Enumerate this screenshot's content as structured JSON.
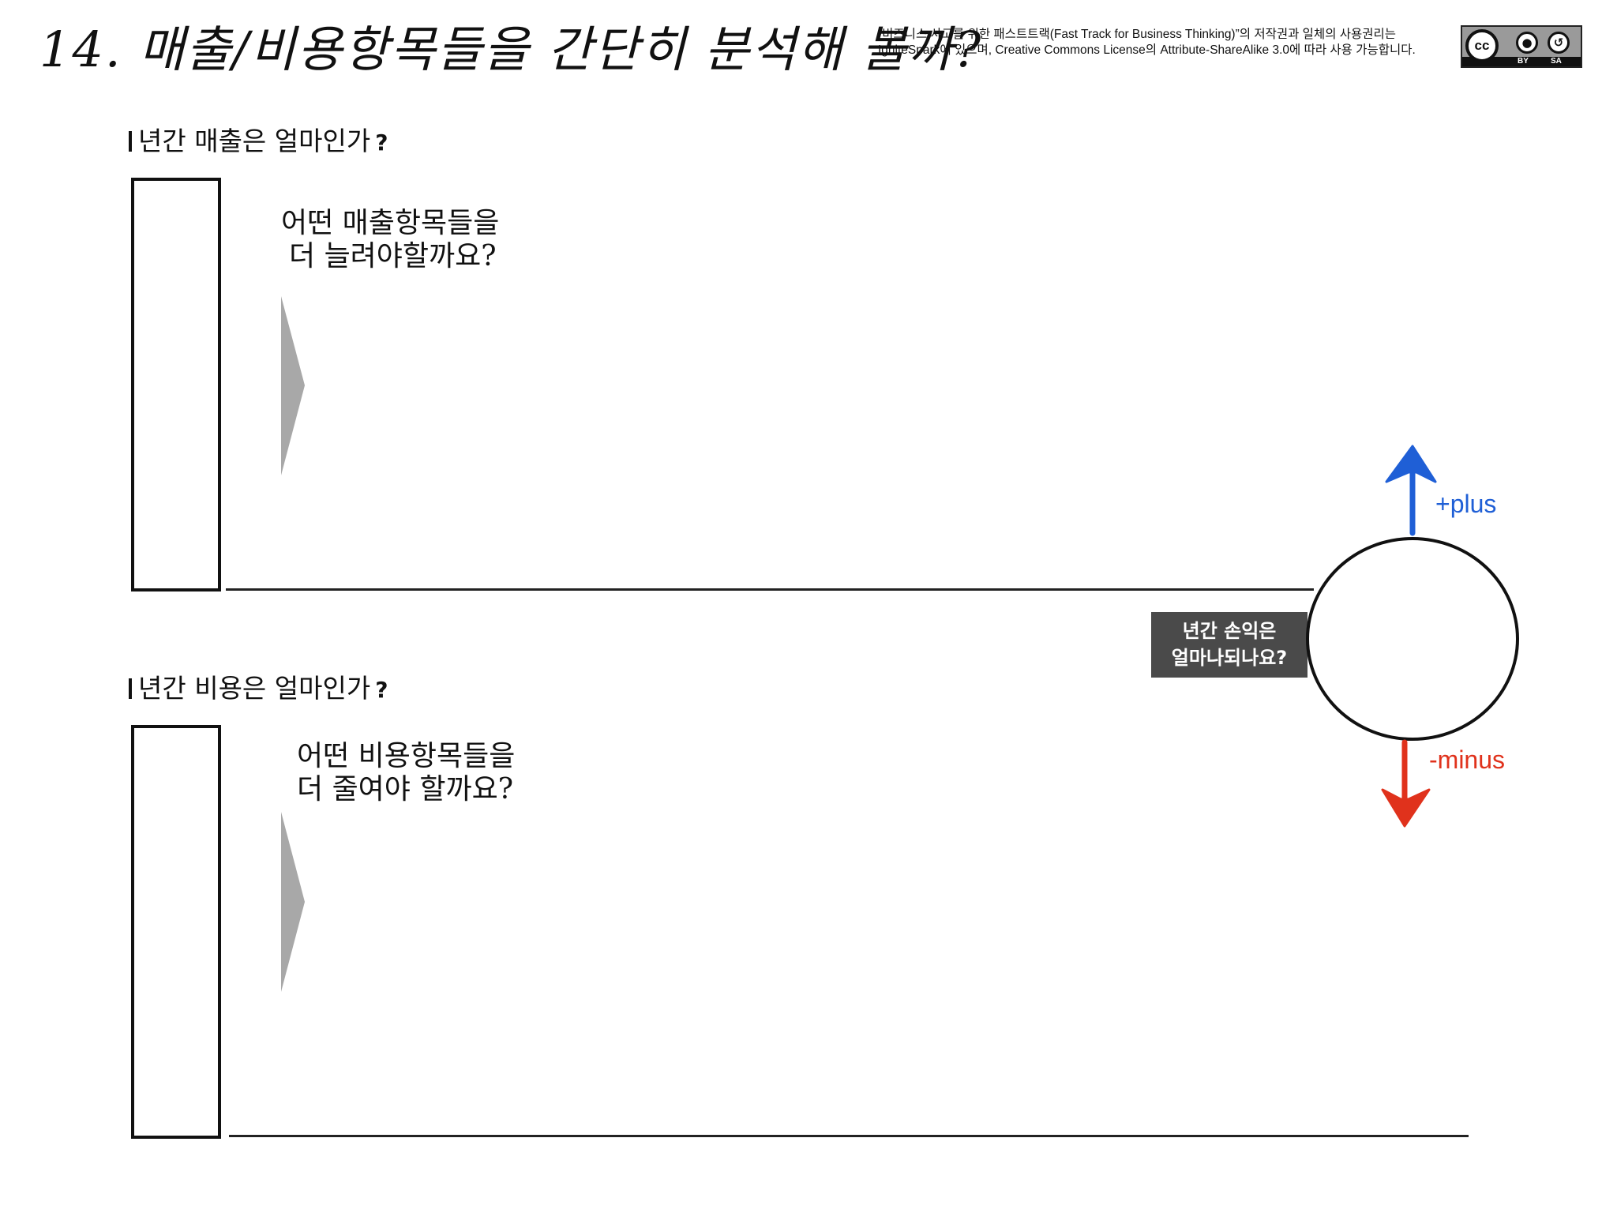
{
  "title": "14. 매출/비용항목들을 간단히 분석해 볼까?",
  "license": {
    "line1": "“비즈니스 사고를 위한 패스트트랙(Fast Track for Business Thinking)”의 저작권과 일체의 사용권리는",
    "line2": "IgniteSpark에 있으며, Creative Commons License의 Attribute-ShareAlike 3.0에 따라 사용 가능합니다.",
    "badge": {
      "cc": "cc",
      "by": "BY",
      "sa": "SA"
    }
  },
  "revenue": {
    "heading": "년간 매출은 얼마인가",
    "qmark": "?",
    "prompt_line1": "어떤 매출항목들을",
    "prompt_line2": "더 늘려야할까요?"
  },
  "cost": {
    "heading": "년간 비용은 얼마인가",
    "qmark": "?",
    "prompt_line1": "어떤 비용항목들을",
    "prompt_line2": "더 줄여야 할까요?"
  },
  "result": {
    "label_line1": "년간 손익은",
    "label_line2": "얼마나되나요?",
    "plus": "+plus",
    "minus": "-minus"
  },
  "colors": {
    "plus": "#1f5fd6",
    "minus": "#e0321c",
    "chevron": "#a8a8a8",
    "label_bg": "#4a4a4a"
  },
  "icons": [
    "chevron-right-icon",
    "arrow-up-icon",
    "arrow-down-icon",
    "creative-commons-icon"
  ]
}
